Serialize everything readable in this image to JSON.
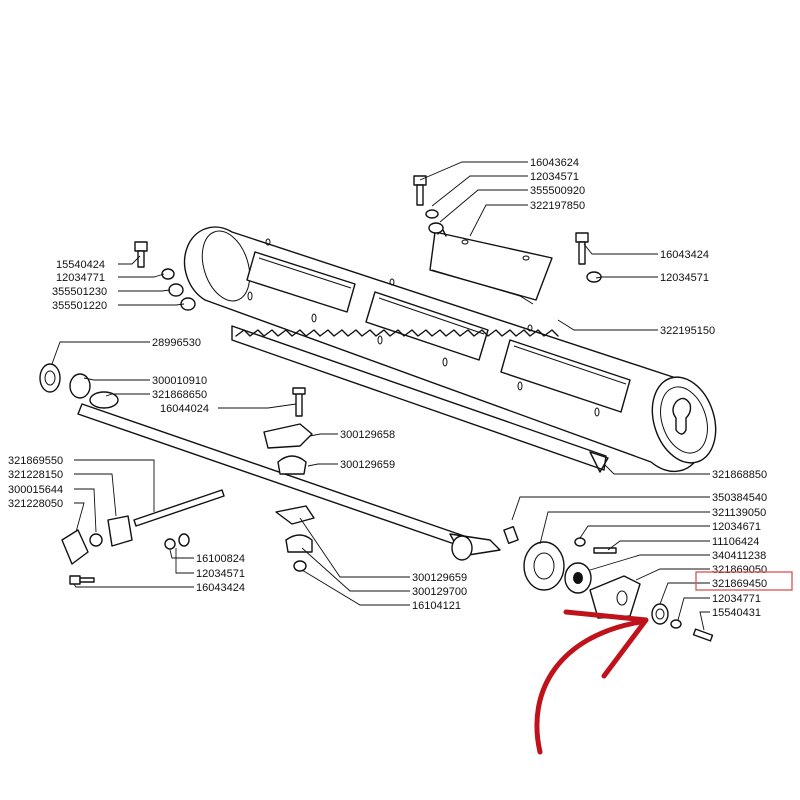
{
  "labels": {
    "l1": "16043624",
    "l2": "12034571",
    "l3": "355500920",
    "l4": "322197850",
    "l5": "16043424",
    "l6": "12034571",
    "l7": "15540424",
    "l8": "12034771",
    "l9": "355501230",
    "l10": "355501220",
    "l11": "322195150",
    "l12": "28996530",
    "l13": "300010910",
    "l14": "321868650",
    "l15": "16044024",
    "l16": "300129658",
    "l17": "300129659",
    "l18": "321868850",
    "l19": "321869550",
    "l20": "321228150",
    "l21": "300015644",
    "l22": "321228050",
    "l23": "16100824",
    "l24": "12034571",
    "l25": "16043424",
    "l26": "350384540",
    "l27": "321139050",
    "l28": "12034671",
    "l29": "11106424",
    "l30": "340411238",
    "l31": "321869050",
    "l32": "321869450",
    "l33": "12034771",
    "l34": "15540431",
    "l35": "300129659",
    "l36": "300129700",
    "l37": "16104121"
  },
  "colors": {
    "line": "#111111",
    "highlight_box": "#d9534f",
    "arrow": "#c0121b"
  }
}
